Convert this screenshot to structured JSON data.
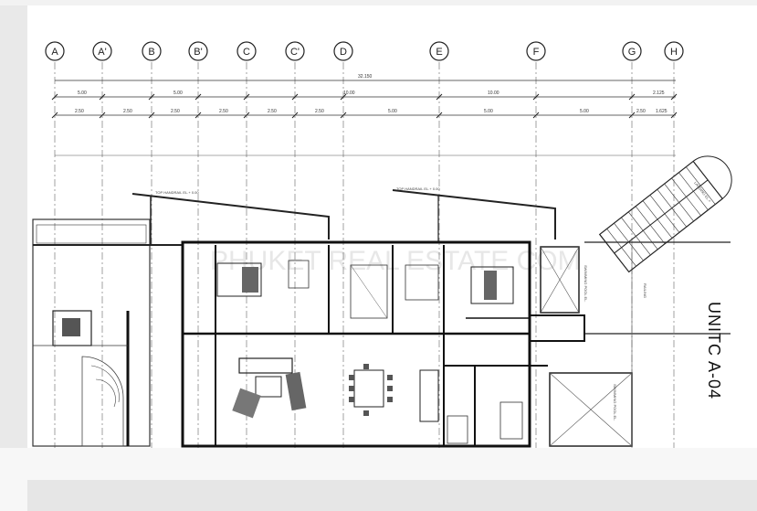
{
  "grid": {
    "labels": [
      "A",
      "A'",
      "B",
      "B'",
      "C",
      "C'",
      "D",
      "E",
      "F",
      "G",
      "H"
    ]
  },
  "dimensions": {
    "overall": "32.150",
    "segments_row1": [
      "5.00",
      "5.00",
      "10.00",
      "10.00",
      "2.125"
    ],
    "segments_row2": [
      "2.50",
      "2.50",
      "2.50",
      "2.50",
      "2.50",
      "2.50",
      "5.00",
      "5.00",
      "5.00",
      "2.50",
      "1.625"
    ]
  },
  "unit_title": "UNITC A-04",
  "watermark": "PHUKET REAL ESTATE.COM",
  "notes": {
    "handrail_left": "TOP HANDRAIL EL.+ 0.00",
    "handrail_right": "TOP HANDRAIL EL.+ 0.00",
    "swimming_pool": "SWIMMING POOL EL.",
    "railing": "RAILING",
    "stairs_label": "LANDING EL.+"
  }
}
